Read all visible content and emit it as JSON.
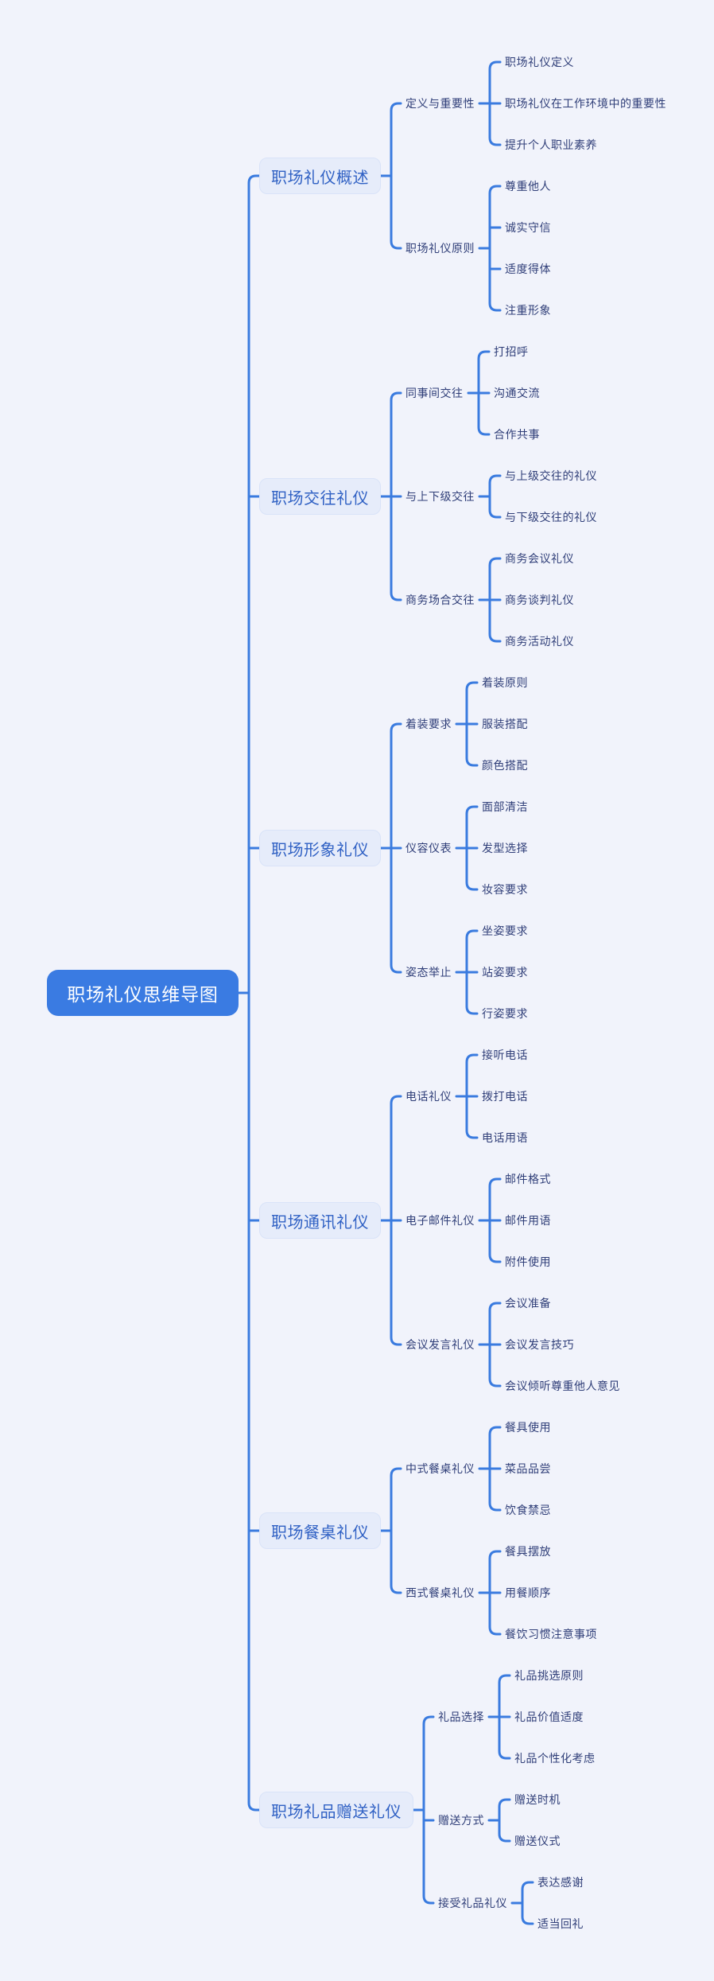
{
  "page": {
    "background": "#F1F3FB"
  },
  "mindmap": {
    "root": {
      "label": "职场礼仪思维导图"
    },
    "branches": [
      {
        "label": "职场礼仪概述",
        "groups": [
          {
            "label": "定义与重要性",
            "children": [
              "职场礼仪定义",
              "职场礼仪在工作环境中的重要性",
              "提升个人职业素养"
            ]
          },
          {
            "label": "职场礼仪原则",
            "children": [
              "尊重他人",
              "诚实守信",
              "适度得体",
              "注重形象"
            ]
          }
        ]
      },
      {
        "label": "职场交往礼仪",
        "groups": [
          {
            "label": "同事间交往",
            "children": [
              "打招呼",
              "沟通交流",
              "合作共事"
            ]
          },
          {
            "label": "与上下级交往",
            "children": [
              "与上级交往的礼仪",
              "与下级交往的礼仪"
            ]
          },
          {
            "label": "商务场合交往",
            "children": [
              "商务会议礼仪",
              "商务谈判礼仪",
              "商务活动礼仪"
            ]
          }
        ]
      },
      {
        "label": "职场形象礼仪",
        "groups": [
          {
            "label": "着装要求",
            "children": [
              "着装原则",
              "服装搭配",
              "颜色搭配"
            ]
          },
          {
            "label": "仪容仪表",
            "children": [
              "面部清洁",
              "发型选择",
              "妆容要求"
            ]
          },
          {
            "label": "姿态举止",
            "children": [
              "坐姿要求",
              "站姿要求",
              "行姿要求"
            ]
          }
        ]
      },
      {
        "label": "职场通讯礼仪",
        "groups": [
          {
            "label": "电话礼仪",
            "children": [
              "接听电话",
              "拨打电话",
              "电话用语"
            ]
          },
          {
            "label": "电子邮件礼仪",
            "children": [
              "邮件格式",
              "邮件用语",
              "附件使用"
            ]
          },
          {
            "label": "会议发言礼仪",
            "children": [
              "会议准备",
              "会议发言技巧",
              "会议倾听尊重他人意见"
            ]
          }
        ]
      },
      {
        "label": "职场餐桌礼仪",
        "groups": [
          {
            "label": "中式餐桌礼仪",
            "children": [
              "餐具使用",
              "菜品品尝",
              "饮食禁忌"
            ]
          },
          {
            "label": "西式餐桌礼仪",
            "children": [
              "餐具摆放",
              "用餐顺序",
              "餐饮习惯注意事项"
            ]
          }
        ]
      },
      {
        "label": "职场礼品赠送礼仪",
        "groups": [
          {
            "label": "礼品选择",
            "children": [
              "礼品挑选原则",
              "礼品价值适度",
              "礼品个性化考虑"
            ]
          },
          {
            "label": "赠送方式",
            "children": [
              "赠送时机",
              "赠送仪式"
            ]
          },
          {
            "label": "接受礼品礼仪",
            "children": [
              "表达感谢",
              "适当回礼"
            ]
          }
        ]
      }
    ],
    "colors": {
      "background": "#F1F3FB",
      "accent": "#3A7BE2",
      "line": "#3A7BDF",
      "branch_fill": "#E6ECFA",
      "branch_border": "#D9E3F8",
      "branch_text": "#3061C4",
      "topic_text": "#2F3E78",
      "root_text": "#FFFFFF"
    }
  }
}
